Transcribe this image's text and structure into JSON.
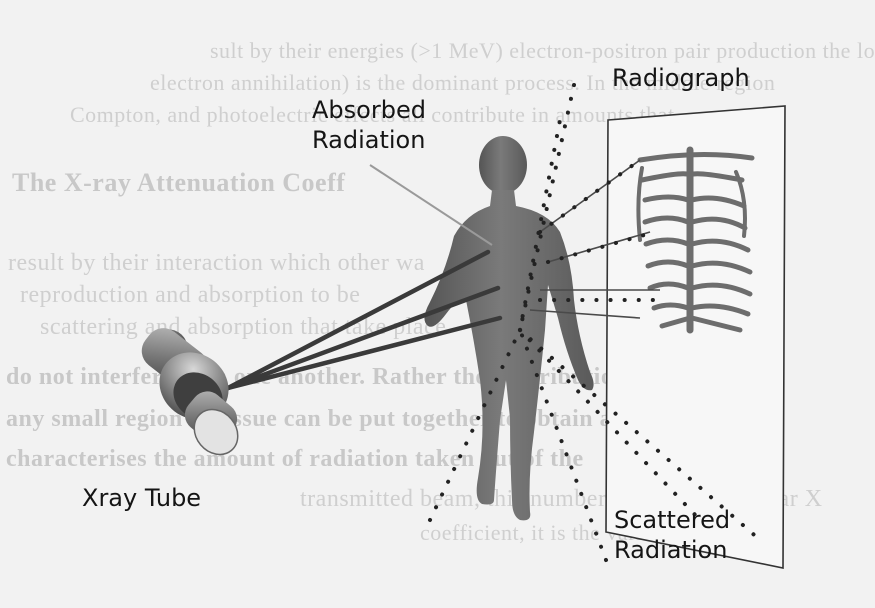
{
  "labels": {
    "radiograph": "Radiograph",
    "absorbed_line1": "Absorbed",
    "absorbed_line2": "Radiation",
    "xray_tube": "Xray Tube",
    "scattered_line1": "Scattered",
    "scattered_line2": "Radiation"
  },
  "background_text": [
    "sult by their energies (>1 MeV) electron-positron pair production the lo",
    "electron annihilation) is the dominant process. In the middle region",
    "Compton, and photoelectric effects all contribute in amounts that",
    "The X-ray Attenuation Coeff",
    "result by their interaction which other wa",
    "reproduction and absorption to be",
    "scattering and absorption that take place",
    "do not interfere with one another. Rather the contribution",
    "any small region of tissue can be put together to obtain a",
    "characterises the amount of radiation taken out of the",
    "transmitted beam, this number is called the linear X",
    "coefficient, it is the variety intensity"
  ],
  "colors": {
    "background": "#f2f2f2",
    "figure": "#6e6e6e",
    "tube": "#8a8a8a",
    "film_border": "#333333",
    "label_text": "#151515"
  }
}
